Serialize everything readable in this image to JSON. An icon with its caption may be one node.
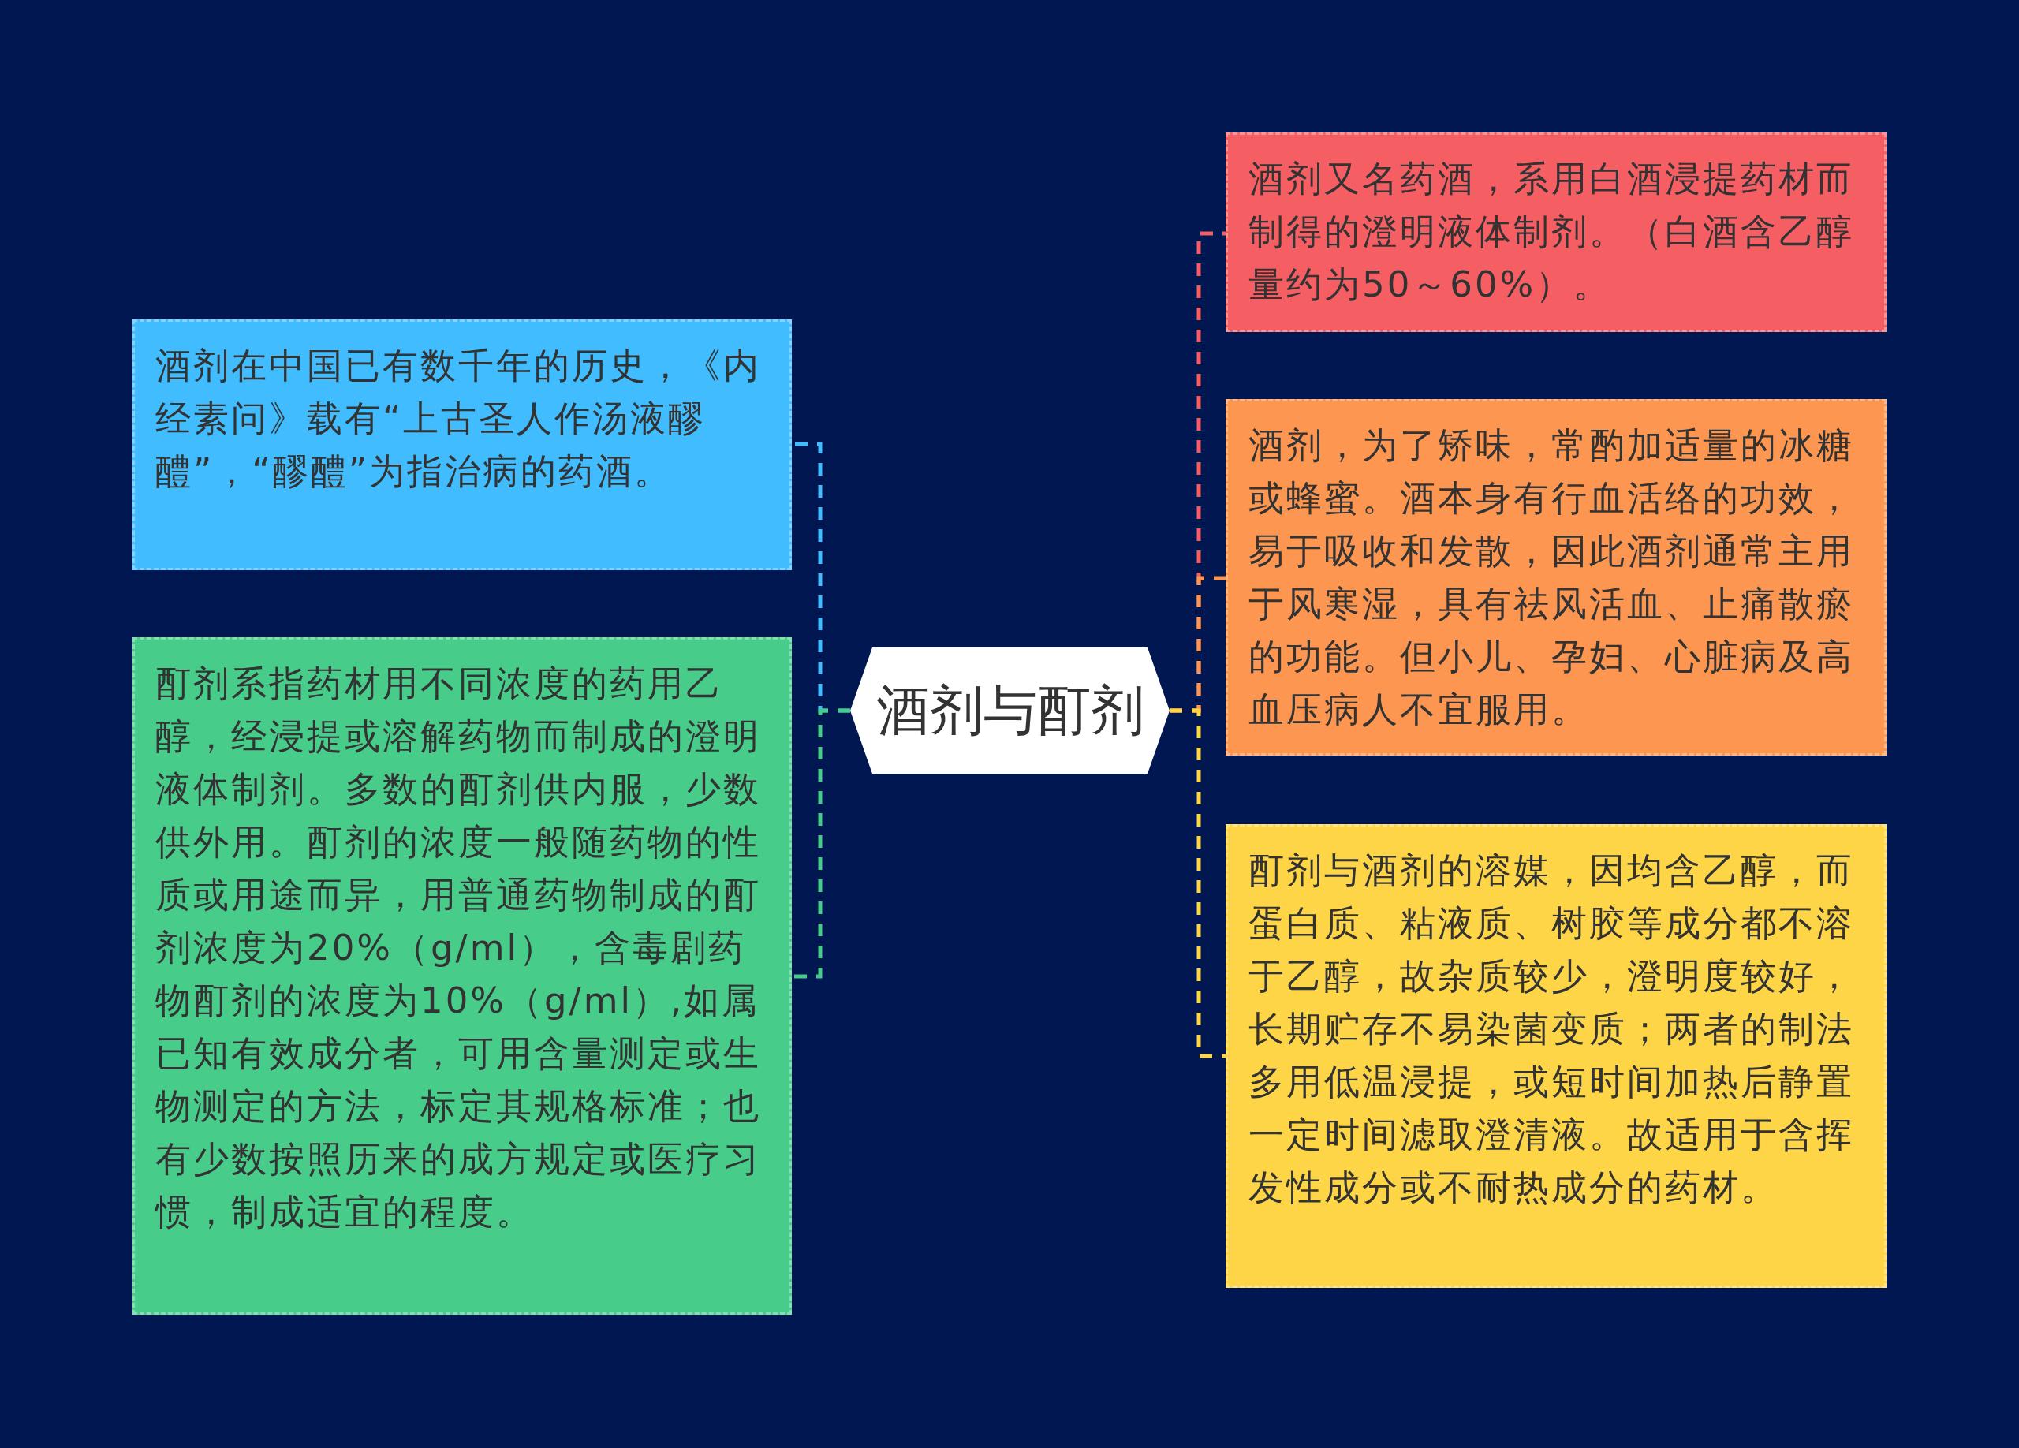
{
  "diagram": {
    "nodes": [
      {
        "text": [
          "酒剂与酊剂"
        ]
      },
      {
        "text": [
          "酒剂在中国已有数千年的历史，《内经素问》载有“上古圣人作汤液醪醴”，“醪醴”为指治病的药酒。"
        ]
      },
      {
        "text": [
          "酊剂系指药材用不同浓度的药用乙醇，经浸提或溶解药物而制成的澄明液体制剂。多数的酊剂供内服，少数供外用。酊剂的浓度一般随药物的性质或用途而异，用普通药物制成的酊剂浓度为20%（g/ml），含毒剧药物酊剂的浓度为10%（g/ml）,如属已知有效成分者，可用含量测定或生物测定的方法，标定其规格标准；也有少数按照历来的成方规定或医疗习惯，制成适宜的程度。"
        ]
      },
      {
        "text": [
          "酒剂又名药酒，系用白酒浸提药材而制得的澄明液体制剂。（白酒含乙醇量约为50～60%）。"
        ]
      },
      {
        "text": [
          "酒剂，为了矫味，常酌加适量的冰糖或蜂蜜。酒本身有行血活络的功效，易于吸收和发散，因此酒剂通常主用于风寒湿，具有祛风活血、止痛散瘀的功能。但小儿、孕妇、心脏病及高血压病人不宜服用。"
        ]
      },
      {
        "text": [
          "酊剂与酒剂的溶媒，因均含乙醇，而蛋白质、粘液质、树胶等成分都不溶于乙醇，故杂质较少，澄明度较好，长期贮存不易染菌变质；两者的制法多用低温浸提，或短时间加热后静置一定时间滤取澄清液。故适用于含挥发性成分或不耐热成分的药材。"
        ]
      }
    ],
    "edges": [
      {
        "from": 0,
        "to": 1,
        "arrow": "none",
        "style": "dashed",
        "color": "#40bcff"
      },
      {
        "from": 0,
        "to": 2,
        "arrow": "none",
        "style": "dashed",
        "color": "#47cc8a"
      },
      {
        "from": 0,
        "to": 3,
        "arrow": "none",
        "style": "dashed",
        "color": "#f55e63"
      },
      {
        "from": 0,
        "to": 4,
        "arrow": "none",
        "style": "dashed",
        "color": "#fd9650"
      },
      {
        "from": 0,
        "to": 5,
        "arrow": "none",
        "style": "dashed",
        "color": "#fed546"
      }
    ]
  }
}
